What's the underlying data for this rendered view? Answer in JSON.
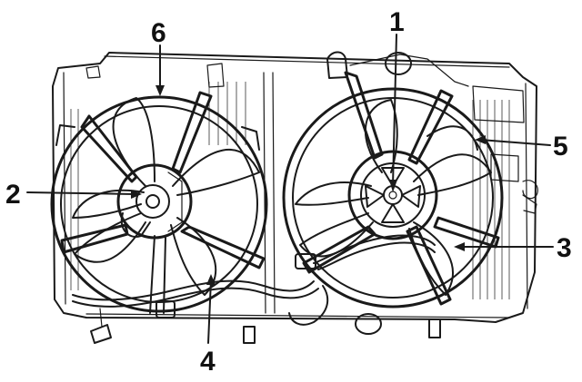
{
  "callouts": [
    {
      "id": "1",
      "label": "1"
    },
    {
      "id": "2",
      "label": "2"
    },
    {
      "id": "3",
      "label": "3"
    },
    {
      "id": "4",
      "label": "4"
    },
    {
      "id": "5",
      "label": "5"
    },
    {
      "id": "6",
      "label": "6"
    }
  ],
  "colors": {
    "line": "#1a1a1a",
    "background": "#ffffff",
    "label": "#111111"
  }
}
